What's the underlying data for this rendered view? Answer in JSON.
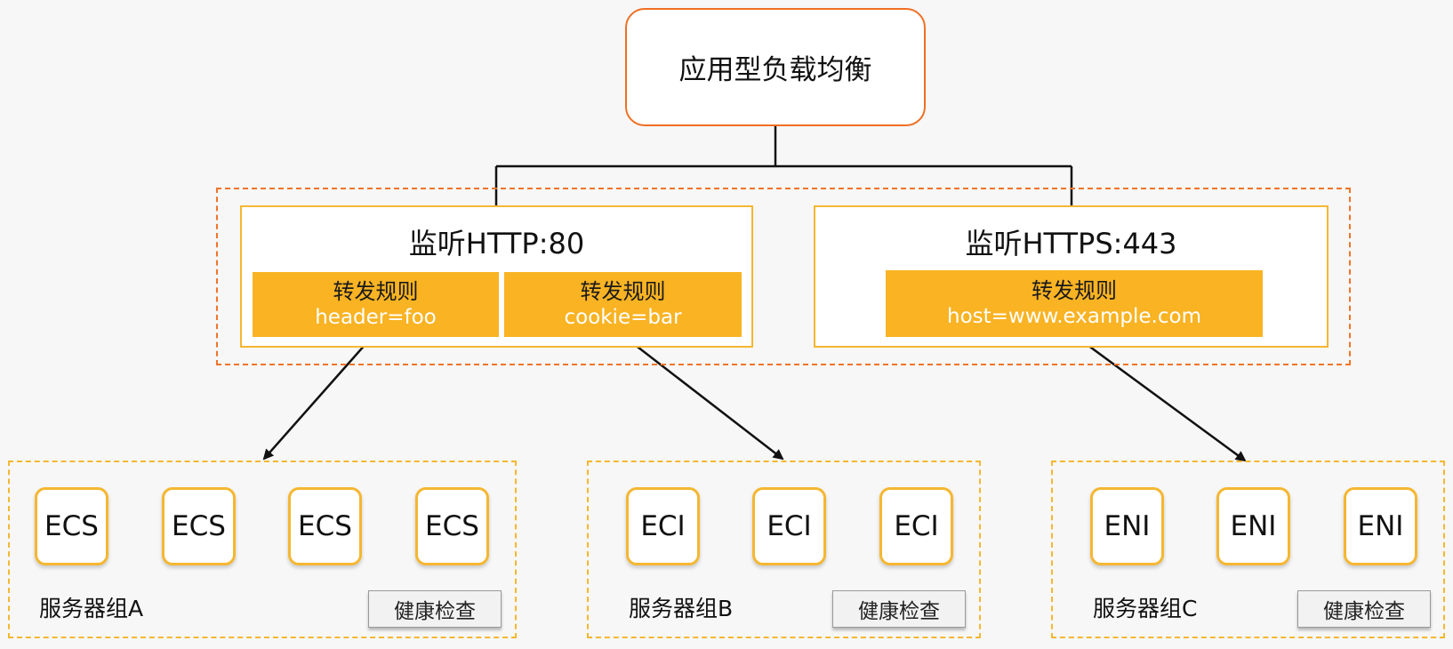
{
  "load_balancer": {
    "label": "应用型负载均衡"
  },
  "listeners": [
    {
      "title": "监听HTTP:80",
      "rules": [
        {
          "title": "转发规则",
          "condition": "header=foo"
        },
        {
          "title": "转发规则",
          "condition": "cookie=bar"
        }
      ]
    },
    {
      "title": "监听HTTPS:443",
      "rules": [
        {
          "title": "转发规则",
          "condition": "host=www.example.com"
        }
      ]
    }
  ],
  "server_groups": [
    {
      "label": "服务器组A",
      "health_check": "健康检查",
      "members": [
        "ECS",
        "ECS",
        "ECS",
        "ECS"
      ]
    },
    {
      "label": "服务器组B",
      "health_check": "健康检查",
      "members": [
        "ECI",
        "ECI",
        "ECI"
      ]
    },
    {
      "label": "服务器组C",
      "health_check": "健康检查",
      "members": [
        "ENI",
        "ENI",
        "ENI"
      ]
    }
  ],
  "colors": {
    "lb_border": "#ef6f22",
    "listener_group_border": "#f0742a",
    "listener_border": "#f5b731",
    "rule_fill": "#f9b323",
    "server_group_border": "#f5b731",
    "connector": "#111111"
  }
}
